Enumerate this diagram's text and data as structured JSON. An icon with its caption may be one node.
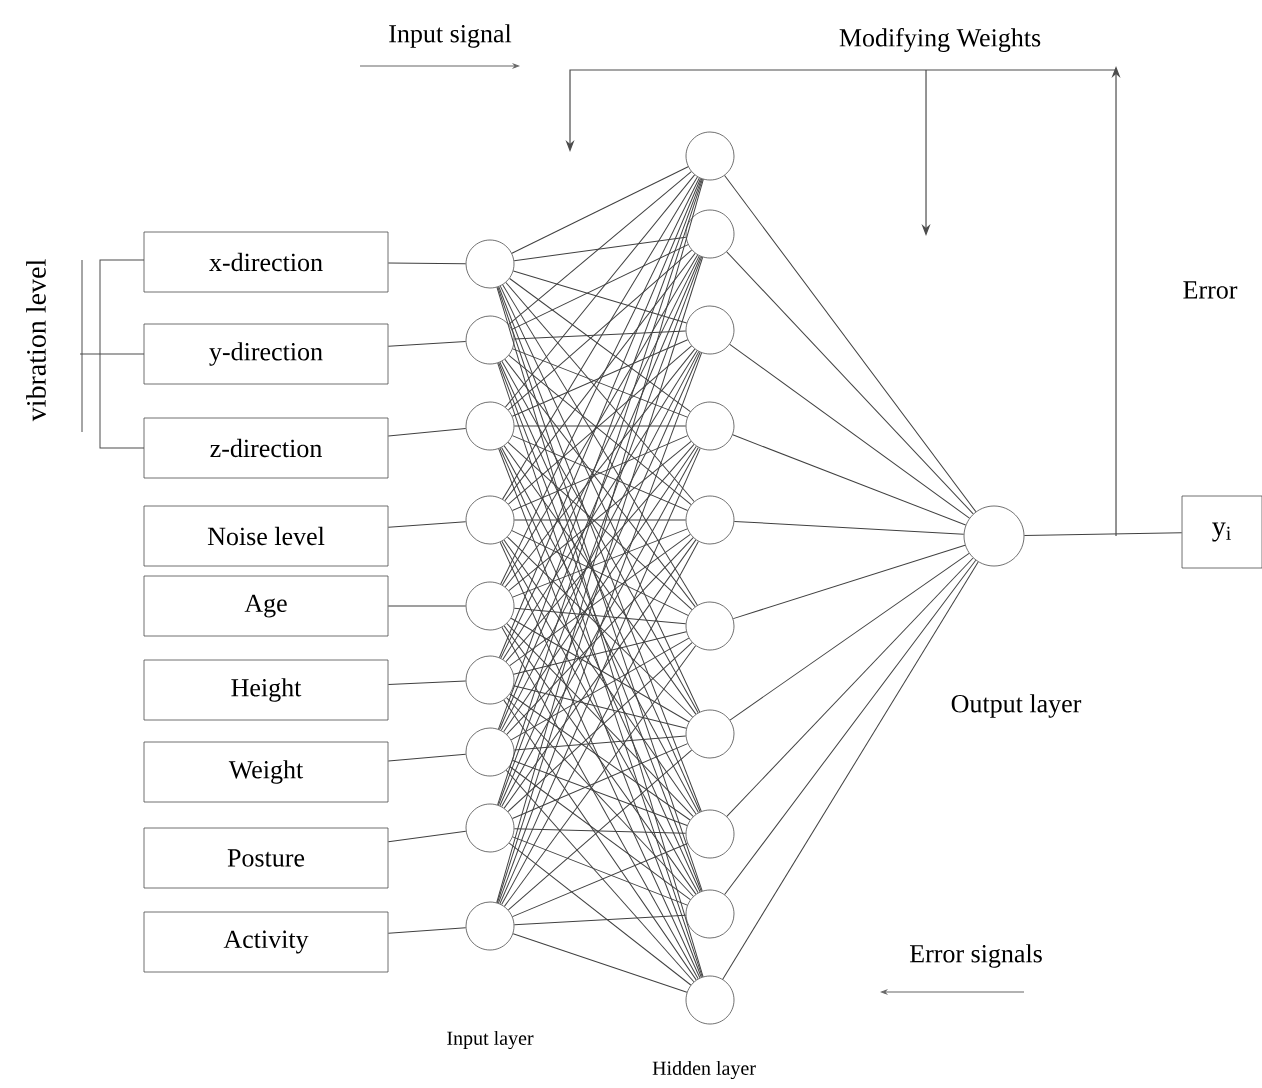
{
  "diagram": {
    "nodes": [
      {
        "text": [
          "x-direction"
        ]
      },
      {
        "text": [
          "y-direction"
        ]
      },
      {
        "text": [
          "z-direction"
        ]
      },
      {
        "text": [
          "Noise level"
        ]
      },
      {
        "text": [
          "Age"
        ]
      },
      {
        "text": [
          "Height"
        ]
      },
      {
        "text": [
          "Weight"
        ]
      },
      {
        "text": [
          "Posture"
        ]
      },
      {
        "text": [
          "Activity"
        ]
      },
      {
        "text": [],
        "shape": "circle"
      },
      {
        "text": [],
        "shape": "circle"
      },
      {
        "text": [],
        "shape": "circle"
      },
      {
        "text": [],
        "shape": "circle"
      },
      {
        "text": [],
        "shape": "circle"
      },
      {
        "text": [],
        "shape": "circle"
      },
      {
        "text": [],
        "shape": "circle"
      },
      {
        "text": [],
        "shape": "circle"
      },
      {
        "text": [],
        "shape": "circle"
      },
      {
        "text": [],
        "shape": "circle"
      },
      {
        "text": [],
        "shape": "circle"
      },
      {
        "text": [],
        "shape": "circle"
      },
      {
        "text": [],
        "shape": "circle"
      },
      {
        "text": [],
        "shape": "circle"
      },
      {
        "text": [],
        "shape": "circle"
      },
      {
        "text": [],
        "shape": "circle"
      },
      {
        "text": [],
        "shape": "circle"
      },
      {
        "text": [],
        "shape": "circle"
      },
      {
        "text": [],
        "shape": "circle"
      },
      {
        "text": [],
        "shape": "circle"
      },
      {
        "text": [
          "y$_{i}$"
        ]
      }
    ],
    "edges": [
      {
        "from": 0,
        "to": 9,
        "arrow": "none"
      },
      {
        "from": 1,
        "to": 10,
        "arrow": "none"
      },
      {
        "from": 2,
        "to": 11,
        "arrow": "none"
      },
      {
        "from": 3,
        "to": 12,
        "arrow": "none"
      },
      {
        "from": 4,
        "to": 13,
        "arrow": "none"
      },
      {
        "from": 5,
        "to": 14,
        "arrow": "none"
      },
      {
        "from": 6,
        "to": 15,
        "arrow": "none"
      },
      {
        "from": 7,
        "to": 16,
        "arrow": "none"
      },
      {
        "from": 8,
        "to": 17,
        "arrow": "none"
      },
      {
        "from": 9,
        "to": 18,
        "arrow": "none"
      },
      {
        "from": 9,
        "to": 19,
        "arrow": "none"
      },
      {
        "from": 9,
        "to": 20,
        "arrow": "none"
      },
      {
        "from": 9,
        "to": 21,
        "arrow": "none"
      },
      {
        "from": 9,
        "to": 22,
        "arrow": "none"
      },
      {
        "from": 9,
        "to": 23,
        "arrow": "none"
      },
      {
        "from": 9,
        "to": 24,
        "arrow": "none"
      },
      {
        "from": 9,
        "to": 25,
        "arrow": "none"
      },
      {
        "from": 9,
        "to": 26,
        "arrow": "none"
      },
      {
        "from": 9,
        "to": 27,
        "arrow": "none"
      },
      {
        "from": 10,
        "to": 18,
        "arrow": "none"
      },
      {
        "from": 10,
        "to": 19,
        "arrow": "none"
      },
      {
        "from": 10,
        "to": 20,
        "arrow": "none"
      },
      {
        "from": 10,
        "to": 21,
        "arrow": "none"
      },
      {
        "from": 10,
        "to": 22,
        "arrow": "none"
      },
      {
        "from": 10,
        "to": 23,
        "arrow": "none"
      },
      {
        "from": 10,
        "to": 24,
        "arrow": "none"
      },
      {
        "from": 10,
        "to": 25,
        "arrow": "none"
      },
      {
        "from": 10,
        "to": 26,
        "arrow": "none"
      },
      {
        "from": 10,
        "to": 27,
        "arrow": "none"
      },
      {
        "from": 11,
        "to": 18,
        "arrow": "none"
      },
      {
        "from": 11,
        "to": 19,
        "arrow": "none"
      },
      {
        "from": 11,
        "to": 20,
        "arrow": "none"
      },
      {
        "from": 11,
        "to": 21,
        "arrow": "none"
      },
      {
        "from": 11,
        "to": 22,
        "arrow": "none"
      },
      {
        "from": 11,
        "to": 23,
        "arrow": "none"
      },
      {
        "from": 11,
        "to": 24,
        "arrow": "none"
      },
      {
        "from": 11,
        "to": 25,
        "arrow": "none"
      },
      {
        "from": 11,
        "to": 26,
        "arrow": "none"
      },
      {
        "from": 11,
        "to": 27,
        "arrow": "none"
      },
      {
        "from": 12,
        "to": 18,
        "arrow": "none"
      },
      {
        "from": 12,
        "to": 19,
        "arrow": "none"
      },
      {
        "from": 12,
        "to": 20,
        "arrow": "none"
      },
      {
        "from": 12,
        "to": 21,
        "arrow": "none"
      },
      {
        "from": 12,
        "to": 22,
        "arrow": "none"
      },
      {
        "from": 12,
        "to": 23,
        "arrow": "none"
      },
      {
        "from": 12,
        "to": 24,
        "arrow": "none"
      },
      {
        "from": 12,
        "to": 25,
        "arrow": "none"
      },
      {
        "from": 12,
        "to": 26,
        "arrow": "none"
      },
      {
        "from": 12,
        "to": 27,
        "arrow": "none"
      },
      {
        "from": 13,
        "to": 18,
        "arrow": "none"
      },
      {
        "from": 13,
        "to": 19,
        "arrow": "none"
      },
      {
        "from": 13,
        "to": 20,
        "arrow": "none"
      },
      {
        "from": 13,
        "to": 21,
        "arrow": "none"
      },
      {
        "from": 13,
        "to": 22,
        "arrow": "none"
      },
      {
        "from": 13,
        "to": 23,
        "arrow": "none"
      },
      {
        "from": 13,
        "to": 24,
        "arrow": "none"
      },
      {
        "from": 13,
        "to": 25,
        "arrow": "none"
      },
      {
        "from": 13,
        "to": 26,
        "arrow": "none"
      },
      {
        "from": 13,
        "to": 27,
        "arrow": "none"
      },
      {
        "from": 14,
        "to": 18,
        "arrow": "none"
      },
      {
        "from": 14,
        "to": 19,
        "arrow": "none"
      },
      {
        "from": 14,
        "to": 20,
        "arrow": "none"
      },
      {
        "from": 14,
        "to": 21,
        "arrow": "none"
      },
      {
        "from": 14,
        "to": 22,
        "arrow": "none"
      },
      {
        "from": 14,
        "to": 23,
        "arrow": "none"
      },
      {
        "from": 14,
        "to": 24,
        "arrow": "none"
      },
      {
        "from": 14,
        "to": 25,
        "arrow": "none"
      },
      {
        "from": 14,
        "to": 26,
        "arrow": "none"
      },
      {
        "from": 14,
        "to": 27,
        "arrow": "none"
      },
      {
        "from": 15,
        "to": 18,
        "arrow": "none"
      },
      {
        "from": 15,
        "to": 19,
        "arrow": "none"
      },
      {
        "from": 15,
        "to": 20,
        "arrow": "none"
      },
      {
        "from": 15,
        "to": 21,
        "arrow": "none"
      },
      {
        "from": 15,
        "to": 22,
        "arrow": "none"
      },
      {
        "from": 15,
        "to": 23,
        "arrow": "none"
      },
      {
        "from": 15,
        "to": 24,
        "arrow": "none"
      },
      {
        "from": 15,
        "to": 25,
        "arrow": "none"
      },
      {
        "from": 15,
        "to": 26,
        "arrow": "none"
      },
      {
        "from": 15,
        "to": 27,
        "arrow": "none"
      },
      {
        "from": 16,
        "to": 18,
        "arrow": "none"
      },
      {
        "from": 16,
        "to": 19,
        "arrow": "none"
      },
      {
        "from": 16,
        "to": 20,
        "arrow": "none"
      },
      {
        "from": 16,
        "to": 21,
        "arrow": "none"
      },
      {
        "from": 16,
        "to": 22,
        "arrow": "none"
      },
      {
        "from": 16,
        "to": 23,
        "arrow": "none"
      },
      {
        "from": 16,
        "to": 24,
        "arrow": "none"
      },
      {
        "from": 16,
        "to": 25,
        "arrow": "none"
      },
      {
        "from": 16,
        "to": 26,
        "arrow": "none"
      },
      {
        "from": 16,
        "to": 27,
        "arrow": "none"
      },
      {
        "from": 17,
        "to": 18,
        "arrow": "none"
      },
      {
        "from": 17,
        "to": 19,
        "arrow": "none"
      },
      {
        "from": 17,
        "to": 20,
        "arrow": "none"
      },
      {
        "from": 17,
        "to": 21,
        "arrow": "none"
      },
      {
        "from": 17,
        "to": 22,
        "arrow": "none"
      },
      {
        "from": 17,
        "to": 23,
        "arrow": "none"
      },
      {
        "from": 17,
        "to": 24,
        "arrow": "none"
      },
      {
        "from": 17,
        "to": 25,
        "arrow": "none"
      },
      {
        "from": 17,
        "to": 26,
        "arrow": "none"
      },
      {
        "from": 17,
        "to": 27,
        "arrow": "none"
      },
      {
        "from": 18,
        "to": 28,
        "arrow": "none"
      },
      {
        "from": 19,
        "to": 28,
        "arrow": "none"
      },
      {
        "from": 20,
        "to": 28,
        "arrow": "none"
      },
      {
        "from": 21,
        "to": 28,
        "arrow": "none"
      },
      {
        "from": 22,
        "to": 28,
        "arrow": "none"
      },
      {
        "from": 23,
        "to": 28,
        "arrow": "none"
      },
      {
        "from": 24,
        "to": 28,
        "arrow": "none"
      },
      {
        "from": 25,
        "to": 28,
        "arrow": "none"
      },
      {
        "from": 26,
        "to": 28,
        "arrow": "none"
      },
      {
        "from": 27,
        "to": 28,
        "arrow": "none"
      },
      {
        "from": 28,
        "to": 29,
        "arrow": "none"
      }
    ],
    "labels": [
      "Input signal",
      "Modifying Weights",
      "vibration level",
      "Error",
      "Output layer",
      "Error signals",
      "Input layer",
      "Hidden layer"
    ]
  }
}
